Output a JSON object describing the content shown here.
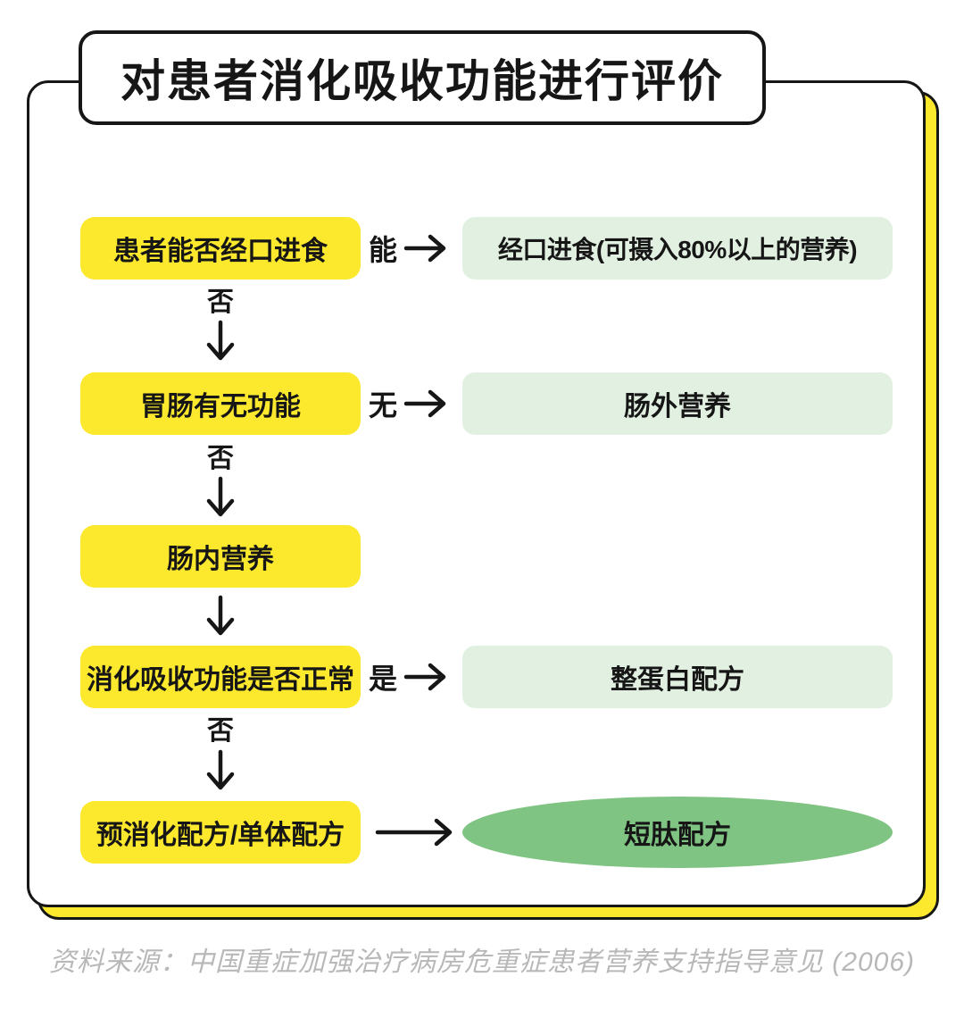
{
  "title": "对患者消化吸收功能进行评价",
  "source_note": "资料来源：中国重症加强治疗病房危重症患者营养支持指导意见 (2006)",
  "colors": {
    "node_yellow": "#fce92e",
    "result_light_green": "#e2f0e2",
    "ellipse_green": "#7fc482",
    "line_black": "#161616",
    "caption_gray": "#b8b8b8"
  },
  "flow": {
    "rows": [
      {
        "question": "患者能否经口进食",
        "branch_label": "能",
        "result": "经口进食(可摄入80%以上的营养)",
        "down_label": "否"
      },
      {
        "question": "胃肠有无功能",
        "branch_label": "无",
        "result": "肠外营养",
        "down_label": "否"
      },
      {
        "question": "肠内营养",
        "branch_label": "",
        "result": "",
        "down_label": ""
      },
      {
        "question": "消化吸收功能是否正常",
        "branch_label": "是",
        "result": "整蛋白配方",
        "down_label": "否"
      },
      {
        "question": "预消化配方/单体配方",
        "branch_label": "",
        "result": "短肽配方",
        "down_label": ""
      }
    ]
  }
}
